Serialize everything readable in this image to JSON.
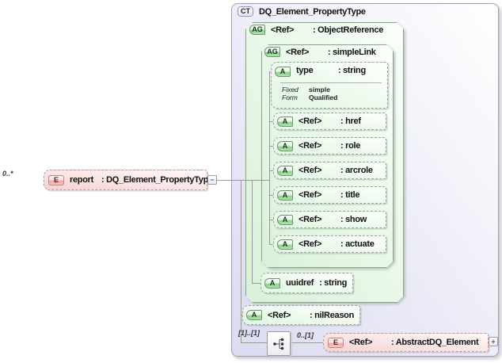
{
  "diagram": {
    "source_element": {
      "cardinality": "0..*",
      "badge": "E",
      "name": "report",
      "type": ": DQ_Element_PropertyType"
    },
    "icons": {
      "collapse": "−",
      "expand": "+"
    },
    "complex_type": {
      "badge": "CT",
      "title": "DQ_Element_PropertyType",
      "object_reference": {
        "badge": "AG",
        "name": "<Ref>",
        "type": ": ObjectReference",
        "simple_link": {
          "badge": "AG",
          "name": "<Ref>",
          "type": ": simpleLink",
          "type_attribute": {
            "badge": "A",
            "name": "type",
            "type": ": string",
            "facets": {
              "fixed_label": "Fixed",
              "fixed_value": "simple",
              "form_label": "Form",
              "form_value": "Qualified"
            }
          },
          "attributes": [
            {
              "badge": "A",
              "name": "<Ref>",
              "type": ": href"
            },
            {
              "badge": "A",
              "name": "<Ref>",
              "type": ": role"
            },
            {
              "badge": "A",
              "name": "<Ref>",
              "type": ": arcrole"
            },
            {
              "badge": "A",
              "name": "<Ref>",
              "type": ": title"
            },
            {
              "badge": "A",
              "name": "<Ref>",
              "type": ": show"
            },
            {
              "badge": "A",
              "name": "<Ref>",
              "type": ": actuate"
            }
          ]
        },
        "uuidref_attribute": {
          "badge": "A",
          "name": "uuidref",
          "type": ": string"
        }
      },
      "nil_reason_attribute": {
        "badge": "A",
        "name": "<Ref>",
        "type": ": nilReason"
      },
      "choice": {
        "left_cardinality": "[1]..[1]",
        "right_cardinality": "0..[1]"
      },
      "abstract_element": {
        "badge": "E",
        "name": "<Ref>",
        "type": ": AbstractDQ_Element"
      }
    },
    "colors": {
      "accent_green": "#8cd28c",
      "accent_pink": "#f0a8a8",
      "accent_lavender": "#dbdbf1",
      "line": "#999999"
    }
  }
}
